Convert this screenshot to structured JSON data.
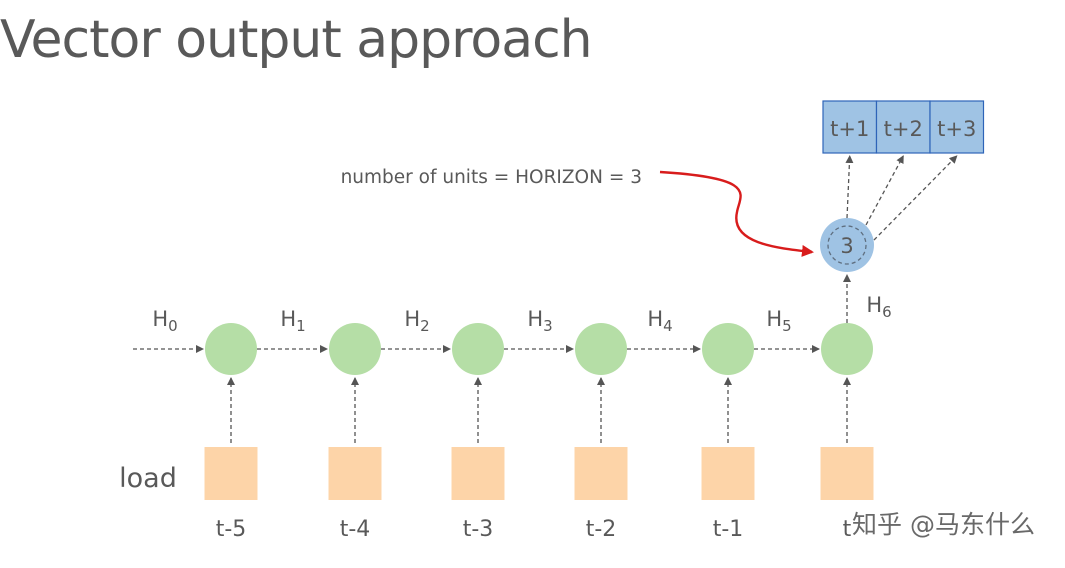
{
  "title": "Vector output approach",
  "hidden_labels": [
    {
      "base": "H",
      "sub": "0"
    },
    {
      "base": "H",
      "sub": "1"
    },
    {
      "base": "H",
      "sub": "2"
    },
    {
      "base": "H",
      "sub": "3"
    },
    {
      "base": "H",
      "sub": "4"
    },
    {
      "base": "H",
      "sub": "5"
    },
    {
      "base": "H",
      "sub": "6"
    }
  ],
  "time_labels": [
    "t-5",
    "t-4",
    "t-3",
    "t-2",
    "t-1",
    "t"
  ],
  "input_label": "load",
  "dense_units": "3",
  "annotation": "number of units = HORIZON = 3",
  "outputs": [
    "t+1",
    "t+2",
    "t+3"
  ],
  "watermark": "知乎 @马东什么",
  "colors": {
    "rnn_cell": "#b5dea6",
    "input_box": "#fdd4a8",
    "dense_node": "#9fc3e4",
    "output_box": "#9fc3e4",
    "output_border": "#2e64b8",
    "arrow_red": "#d81c1c",
    "dashed": "#555555"
  }
}
